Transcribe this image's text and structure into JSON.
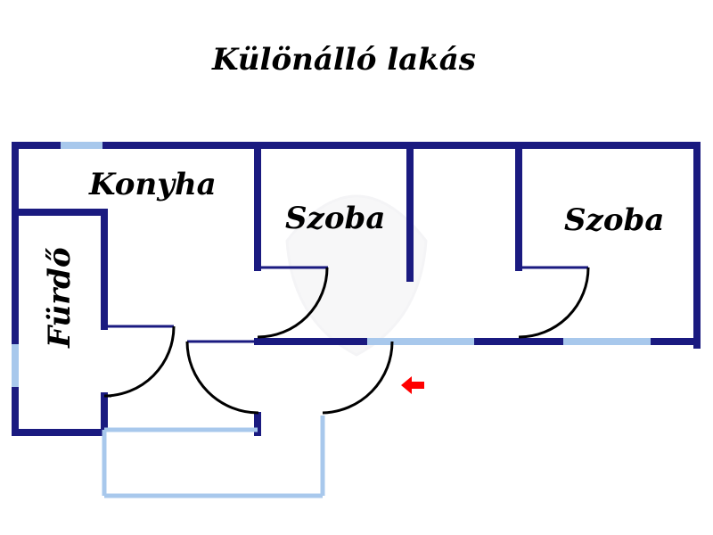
{
  "title": "Különálló lakás",
  "rooms": {
    "konyha": "Konyha",
    "szoba_middle": "Szoba",
    "szoba_right": "Szoba",
    "furdo": "Fürdő"
  },
  "colors": {
    "wall": "#1a1a80",
    "window": "#a8c8ec",
    "door": "#000000",
    "entrance_arrow": "#ff0000",
    "watermark": "#f2f2f4"
  },
  "icons": {
    "entrance": "arrow-left-icon",
    "watermark": "shield-watermark-icon"
  }
}
